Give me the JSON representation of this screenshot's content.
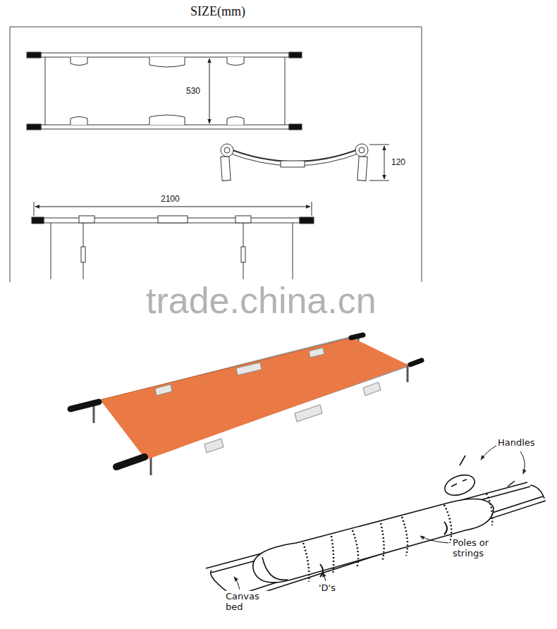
{
  "diagram": {
    "title": "SIZE(mm)",
    "labels": [
      "530",
      "120",
      "2100",
      "trade.china.cn",
      "Handles",
      "Poles or strings",
      "'D's",
      "Canvas bed"
    ]
  }
}
